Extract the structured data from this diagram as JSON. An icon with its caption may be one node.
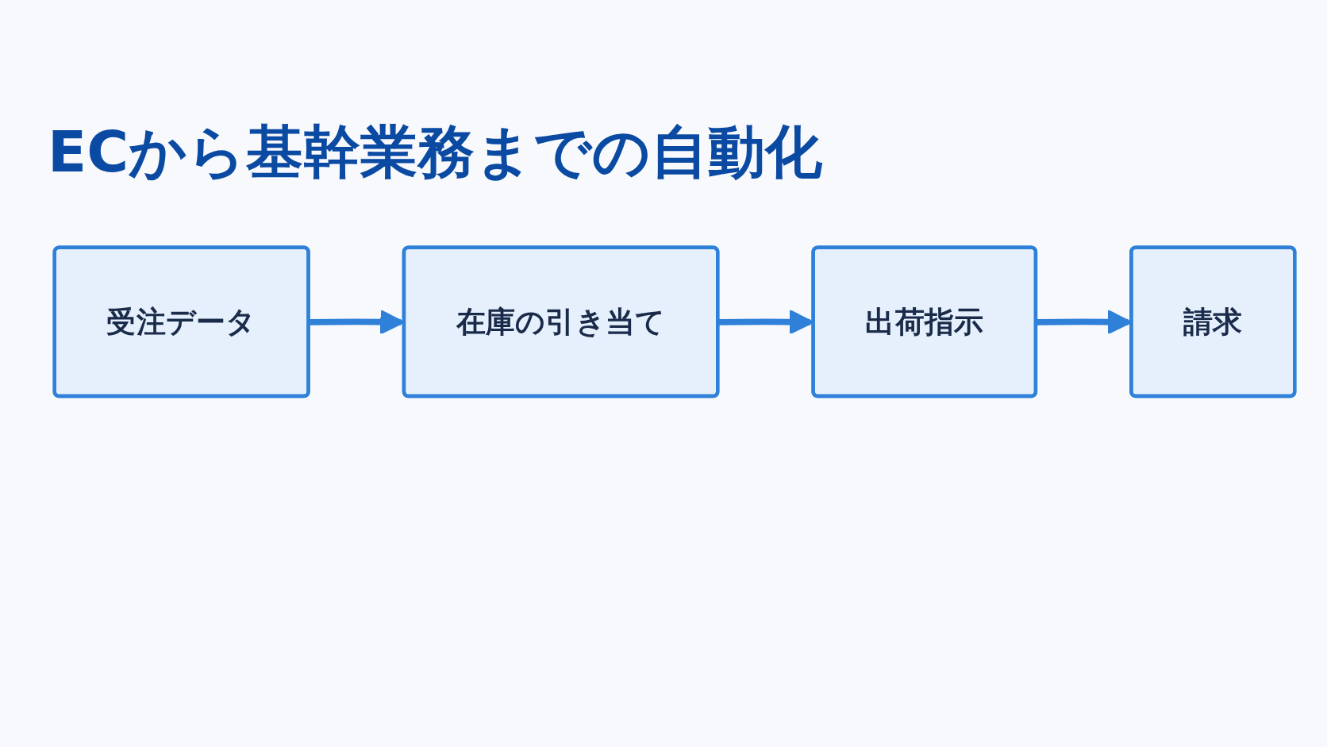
{
  "diagram": {
    "title": "ECから基幹業務までの自動化",
    "nodes": [
      {
        "text": [
          "受注データ"
        ]
      },
      {
        "text": [
          "在庫の引き当て"
        ]
      },
      {
        "text": [
          "出荷指示"
        ]
      },
      {
        "text": [
          "請求"
        ]
      }
    ],
    "edges": [
      {
        "from": 0,
        "to": 1,
        "arrow": "to"
      },
      {
        "from": 1,
        "to": 2,
        "arrow": "to"
      },
      {
        "from": 2,
        "to": 3,
        "arrow": "to"
      }
    ]
  }
}
